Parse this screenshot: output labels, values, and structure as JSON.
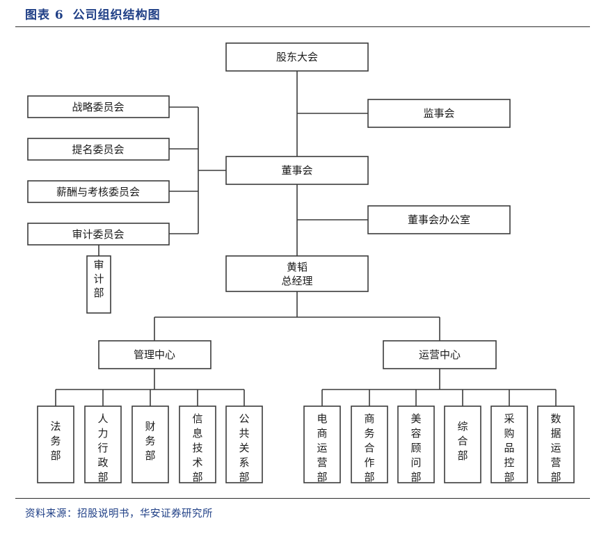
{
  "caption": {
    "figure_no": "图表 6",
    "title": "公司组织结构图"
  },
  "source": "资料来源：招股说明书，华安证券研究所",
  "org": {
    "shareholders": "股东大会",
    "supervisors": "监事会",
    "board": "董事会",
    "board_office": "董事会办公室",
    "committees": [
      "战略委员会",
      "提名委员会",
      "薪酬与考核委员会",
      "审计委员会"
    ],
    "audit_dept": "审计部",
    "gm_name": "黄韬",
    "gm_title": "总经理",
    "mgmt_center": "管理中心",
    "ops_center": "运营中心",
    "mgmt_depts": [
      "法务部",
      "人力行政部",
      "财务部",
      "信息技术部",
      "公共关系部"
    ],
    "ops_depts": [
      "电商运营部",
      "商务合作部",
      "美容顾问部",
      "综合部",
      "采购品控部",
      "数据运营部"
    ]
  }
}
